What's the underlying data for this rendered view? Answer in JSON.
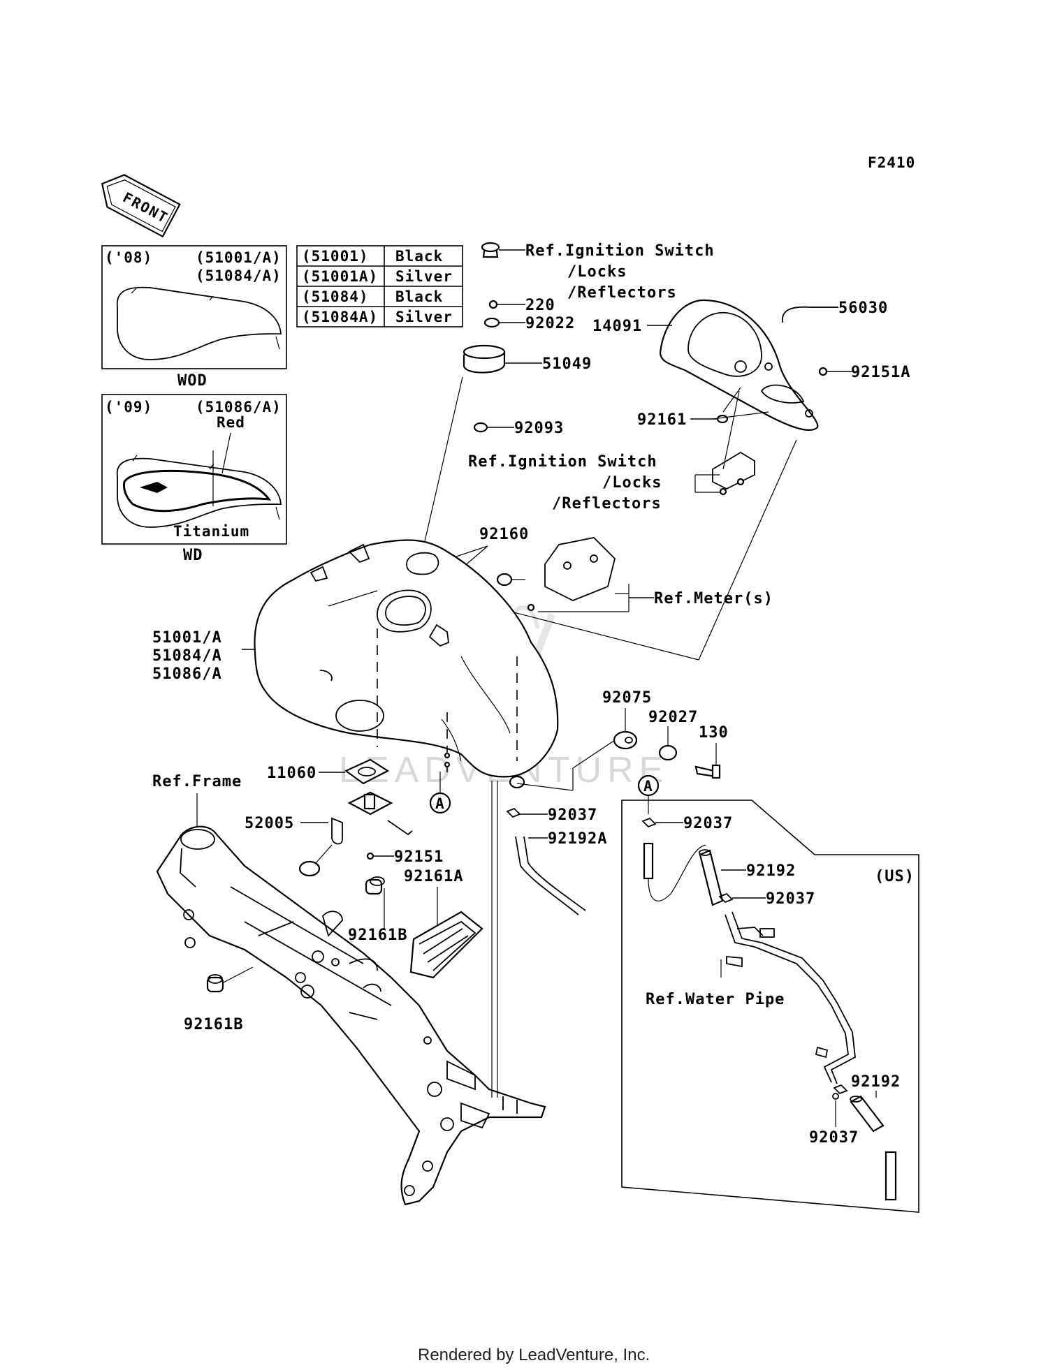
{
  "figure_code": "F2410",
  "front_arrow_label": "FRONT",
  "watermark": "LEADVENTURE",
  "footer": "Rendered by LeadVenture, Inc.",
  "color_table": [
    {
      "part": "(51001)",
      "color": "Black"
    },
    {
      "part": "(51001A)",
      "color": "Silver"
    },
    {
      "part": "(51084)",
      "color": "Black"
    },
    {
      "part": "(51084A)",
      "color": "Silver"
    }
  ],
  "inset_wod": {
    "year": "('08)",
    "part_line1": "(51001/A)",
    "part_line2": "(51084/A)",
    "caption": "WOD"
  },
  "inset_wd": {
    "year": "('09)",
    "part_line1": "(51086/A)",
    "color_top": "Red",
    "color_bottom": "Titanium",
    "caption": "WD"
  },
  "us_box_label": "(US)",
  "circle_marker": "A",
  "labels": {
    "ref_ignition_1": "Ref.Ignition Switch",
    "ref_ignition_1b": "/Locks",
    "ref_ignition_1c": "/Reflectors",
    "p220": "220",
    "p92022": "92022",
    "p51049": "51049",
    "p92093": "92093",
    "p14091": "14091",
    "p56030": "56030",
    "p92151A": "92151A",
    "p92161": "92161",
    "ref_ignition_2": "Ref.Ignition Switch",
    "ref_ignition_2b": "/Locks",
    "ref_ignition_2c": "/Reflectors",
    "p92160": "92160",
    "ref_meter": "Ref.Meter(s)",
    "tank_1": "51001/A",
    "tank_2": "51084/A",
    "tank_3": "51086/A",
    "p92075": "92075",
    "p92027": "92027",
    "p130": "130",
    "p11060": "11060",
    "ref_frame": "Ref.Frame",
    "p52005": "52005",
    "p92151": "92151",
    "p92037_a": "92037",
    "p92192A": "92192A",
    "p92161A": "92161A",
    "p92161B_a": "92161B",
    "p92161B_b": "92161B",
    "p92037_b": "92037",
    "p92192_a": "92192",
    "p92037_c": "92037",
    "ref_water_pipe": "Ref.Water Pipe",
    "p92192_b": "92192",
    "p92037_d": "92037"
  }
}
